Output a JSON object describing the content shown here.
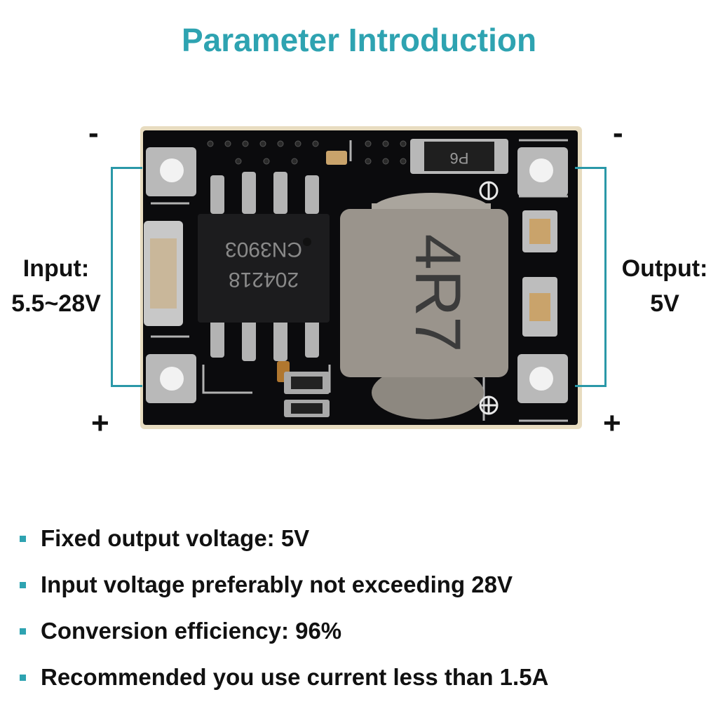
{
  "title": "Parameter Introduction",
  "input": {
    "minus": "-",
    "plus": "+",
    "label_line1": "Input:",
    "label_line2": "5.5~28V"
  },
  "output": {
    "minus": "-",
    "plus": "+",
    "label_line1": "Output:",
    "label_line2": "5V"
  },
  "board": {
    "chip_marking_line1": "204218",
    "chip_marking_line2": "CN3903",
    "inductor_marking": "4R7",
    "diode_marking": "P6"
  },
  "features": [
    "Fixed output voltage: 5V",
    "Input voltage preferably not exceeding 28V",
    "Conversion efficiency: 96%",
    "Recommended you use current less than 1.5A"
  ],
  "colors": {
    "accent": "#2ea3b1",
    "pcb": "#0b0b0d",
    "inductor": "#9a948c"
  }
}
